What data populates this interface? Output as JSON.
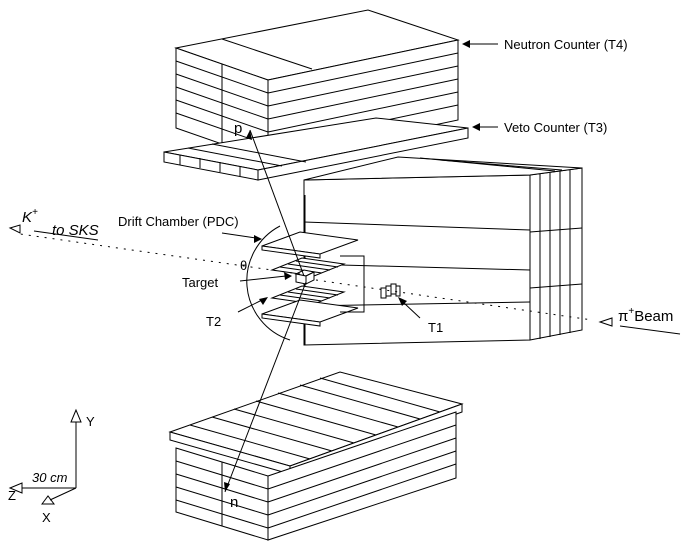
{
  "labels": {
    "neutron_counter": "Neutron Counter (T4)",
    "veto_counter": "Veto Counter (T3)",
    "drift_chamber": "Drift Chamber (PDC)",
    "target": "Target",
    "t2": "T2",
    "t1": "T1",
    "theta": "θ",
    "proton": "p",
    "neutron": "n",
    "kaon_particle": "K",
    "kaon_charge": "+",
    "kaon_dest": "to SKS",
    "pion_particle": "π",
    "pion_charge": "+",
    "pion_beam": "Beam",
    "axis_y": "Y",
    "axis_z": "Z",
    "axis_x": "X",
    "scale": "30 cm"
  },
  "colors": {
    "line": "#000000",
    "background": "#ffffff"
  }
}
